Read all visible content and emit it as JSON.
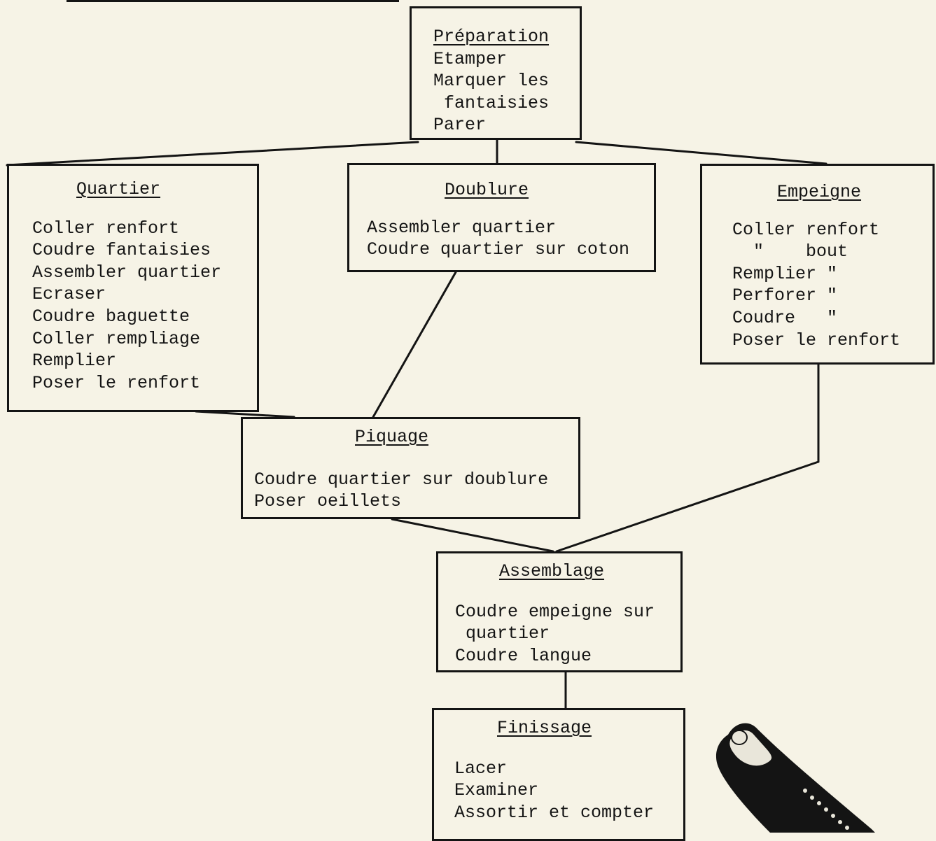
{
  "nodes": {
    "preparation": {
      "title": "Préparation",
      "lines": [
        "Etamper",
        "Marquer les",
        " fantaisies",
        "Parer"
      ]
    },
    "quartier": {
      "title": "Quartier",
      "lines": [
        "Coller renfort",
        "Coudre fantaisies",
        "Assembler quartier",
        "Ecraser",
        "Coudre baguette",
        "Coller rempliage",
        "Remplier",
        "Poser le renfort"
      ]
    },
    "doublure": {
      "title": "Doublure",
      "lines": [
        "Assembler quartier",
        "Coudre quartier sur coton"
      ]
    },
    "empeigne": {
      "title": "Empeigne",
      "lines": [
        "Coller renfort",
        "  \"    bout",
        "Remplier \"",
        "Perforer \"",
        "Coudre   \"",
        "Poser le renfort"
      ]
    },
    "piquage": {
      "title": "Piquage",
      "lines": [
        "Coudre quartier sur doublure",
        "Poser oeillets"
      ]
    },
    "assemblage": {
      "title": "Assemblage",
      "lines": [
        "Coudre empeigne sur",
        " quartier",
        "Coudre langue"
      ]
    },
    "finissage": {
      "title": "Finissage",
      "lines": [
        "Lacer",
        "Examiner",
        "Assortir et compter"
      ]
    }
  },
  "colors": {
    "ink": "#141414",
    "paper": "#f6f3e6"
  }
}
